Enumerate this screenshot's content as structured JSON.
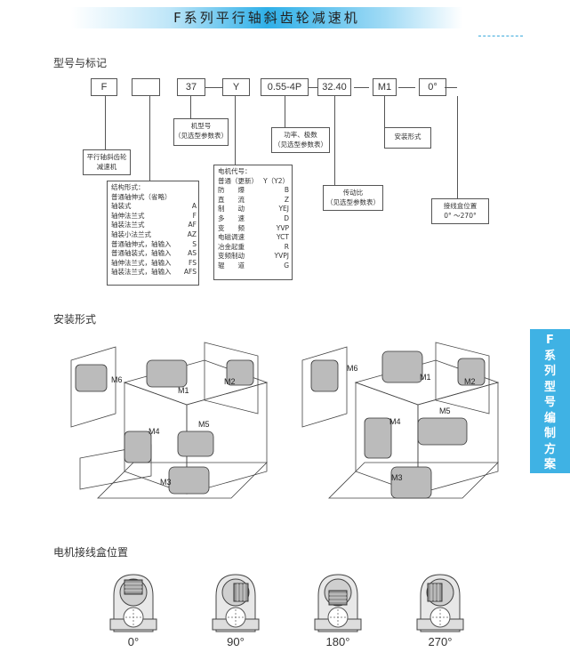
{
  "title": "F系列平行轴斜齿轮减速机",
  "section_model": "型号与标记",
  "code_boxes": [
    "F",
    "",
    "37",
    "Y",
    "0.55-4P",
    "32.40",
    "M1",
    "0°"
  ],
  "labels": {
    "parallel": [
      "平行轴斜齿轮",
      "减速机"
    ],
    "frame": [
      "机型号",
      "（见选型参数表）"
    ],
    "power": [
      "功率、极数",
      "（见选型参数表）"
    ],
    "ratio": [
      "传动比",
      "（见选型参数表）"
    ],
    "mounting": "安装形式",
    "terminal": [
      "接线盒位置",
      "0°  ～270°"
    ]
  },
  "structure": {
    "heading": "结构形式：",
    "rows": [
      [
        "普通轴伸式（省略）",
        ""
      ],
      [
        "轴装式",
        "A"
      ],
      [
        "轴伸法兰式",
        "F"
      ],
      [
        "轴装法兰式",
        "AF"
      ],
      [
        "轴装小法兰式",
        "AZ"
      ],
      [
        "普通轴伸式，轴输入",
        "S"
      ],
      [
        "普通轴装式，轴输入",
        "AS"
      ],
      [
        "轴伸法兰式，轴输入",
        "FS"
      ],
      [
        "轴装法兰式，轴输入",
        "AFS"
      ]
    ]
  },
  "motor": {
    "heading": "电机代号：",
    "rows": [
      [
        "普通（更新）",
        "Y（Y2）"
      ],
      [
        "防　　爆",
        "B"
      ],
      [
        "直　　流",
        "Z"
      ],
      [
        "制　　动",
        "YEJ"
      ],
      [
        "多　　速",
        "D"
      ],
      [
        "变　　频",
        "YVP"
      ],
      [
        "电磁调速",
        "YCT"
      ],
      [
        "冶金起重",
        "R"
      ],
      [
        "变频制动",
        "YVPJ"
      ],
      [
        "辊　　道",
        "G"
      ]
    ]
  },
  "section_mounting": "安装形式",
  "positions": [
    "M1",
    "M2",
    "M3",
    "M4",
    "M5",
    "M6"
  ],
  "side_tab": [
    "F",
    "系",
    "列",
    "型",
    "号",
    "编",
    "制",
    "方",
    "案"
  ],
  "section_terminal": "电机接线盒位置",
  "terminal_positions": [
    "0°",
    "90°",
    "180°",
    "270°"
  ]
}
